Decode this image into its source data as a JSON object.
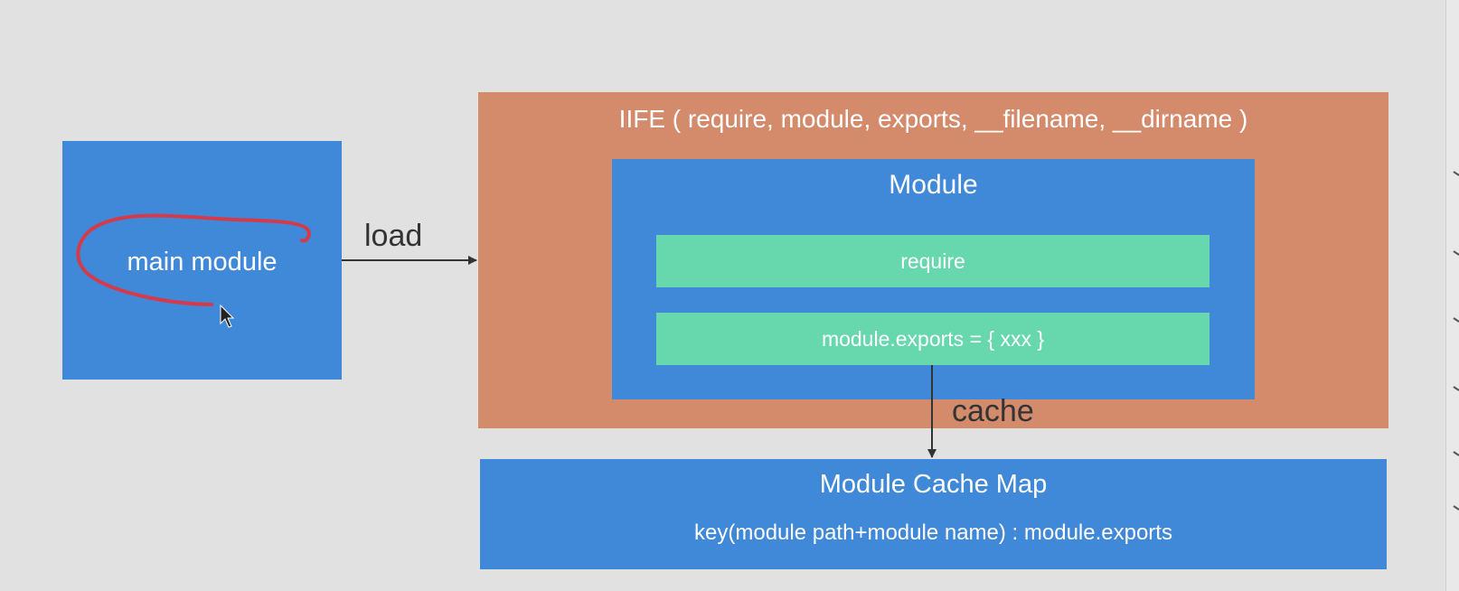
{
  "main_module": {
    "label": "main module"
  },
  "arrows": {
    "load_label": "load",
    "cache_label": "cache"
  },
  "iife": {
    "title": "IIFE ( require, module, exports, __filename, __dirname )"
  },
  "module": {
    "title": "Module",
    "require_label": "require",
    "exports_label": "module.exports = { xxx }"
  },
  "cache_map": {
    "title": "Module Cache Map",
    "description": "key(module path+module name) : module.exports"
  },
  "colors": {
    "background": "#e1e1e1",
    "blue": "#3f89d8",
    "orange": "#d48b6c",
    "green": "#67d7ae",
    "annotation": "#d43a4a"
  }
}
